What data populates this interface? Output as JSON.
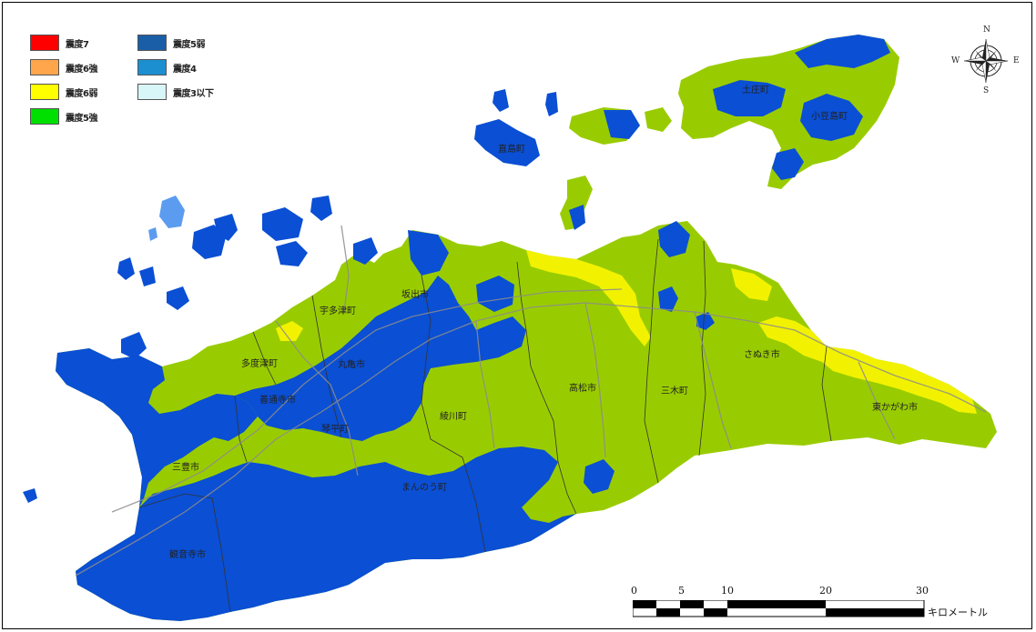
{
  "legend": {
    "items": [
      {
        "key": "int7",
        "label": "震度7",
        "color": "#ff0000"
      },
      {
        "key": "int6u",
        "label": "震度6強",
        "color": "#ffa64d"
      },
      {
        "key": "int6l",
        "label": "震度6弱",
        "color": "#ffff00"
      },
      {
        "key": "int5u",
        "label": "震度5強",
        "color": "#00e000"
      },
      {
        "key": "int5l",
        "label": "震度5弱",
        "color": "#1a5ea8"
      },
      {
        "key": "int4",
        "label": "震度4",
        "color": "#1b8fd0"
      },
      {
        "key": "int3",
        "label": "震度3以下",
        "color": "#d8f5f8"
      }
    ]
  },
  "map_colors": {
    "land": "#99cc00",
    "blue_zone": "#0a4fd4",
    "yellow_zone": "#f2f200",
    "light_island": "#5b9cf0",
    "road": "#8c8c8c",
    "border": "#333333"
  },
  "places": {
    "tonosho": "土庄町",
    "shodoshima": "小豆島町",
    "naoshima": "直島町",
    "sakaide": "坂出市",
    "utazu": "宇多津町",
    "tadotsu": "多度津町",
    "marugame": "丸亀市",
    "zentsuji": "善通寺市",
    "kotohira": "琴平町",
    "ayagawa": "綾川町",
    "takamatsu": "高松市",
    "miki": "三木町",
    "sanuki": "さぬき市",
    "higashikagawa": "東かがわ市",
    "mitoyo": "三豊市",
    "manno": "まんのう町",
    "kanonji": "観音寺市"
  },
  "compass": {
    "n": "N",
    "s": "S",
    "e": "E",
    "w": "W"
  },
  "scale_bar": {
    "ticks": [
      "0",
      "5",
      "10",
      "20",
      "30"
    ],
    "unit": "キロメートル"
  }
}
